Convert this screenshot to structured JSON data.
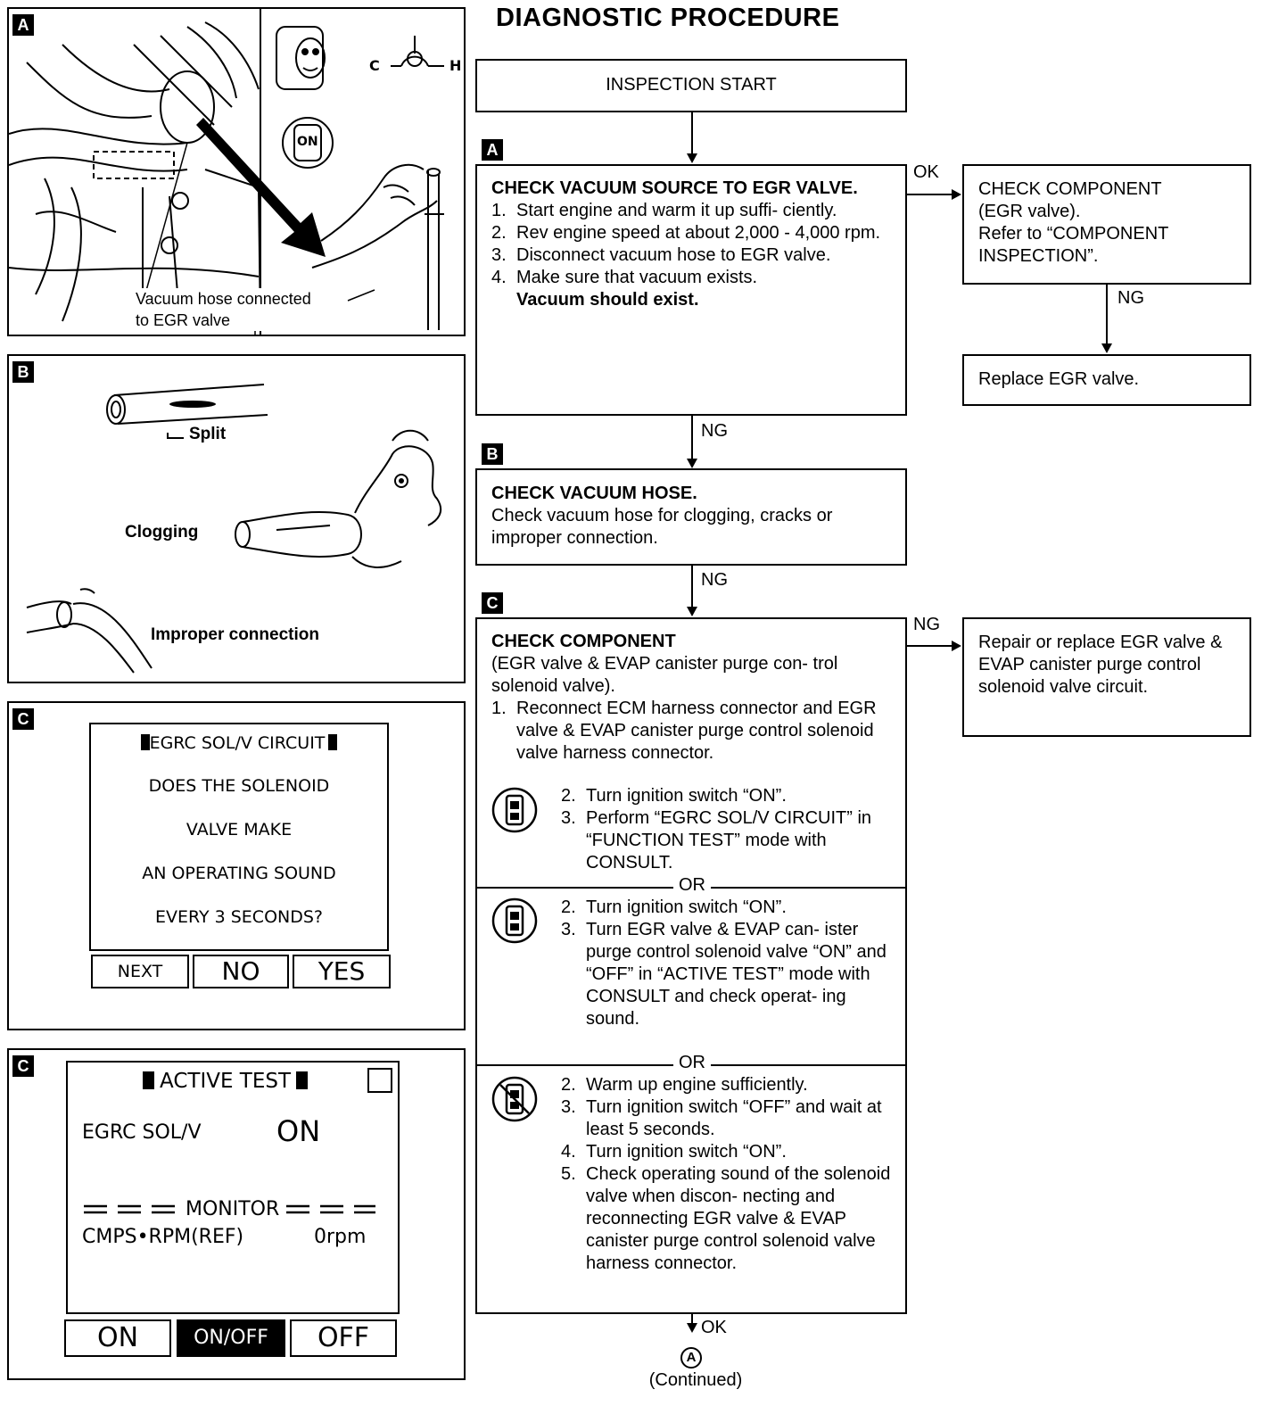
{
  "title": "DIAGNOSTIC PROCEDURE",
  "figures": {
    "a": {
      "tag": "A",
      "gauge_cold": "C",
      "gauge_hot": "H",
      "key_label": "ON",
      "callout": [
        "Vacuum hose connected",
        "to EGR valve"
      ]
    },
    "b": {
      "tag": "B",
      "split": "Split",
      "clogging": "Clogging",
      "improper": "Improper connection"
    },
    "c1": {
      "tag": "C",
      "header": "EGRC SOL/V CIRCUIT",
      "lines": [
        "DOES THE SOLENOID",
        "VALVE MAKE",
        "AN OPERATING SOUND",
        "EVERY 3 SECONDS?"
      ],
      "buttons": [
        "NEXT",
        "NO",
        "YES"
      ]
    },
    "c2": {
      "tag": "C",
      "header": "ACTIVE TEST",
      "item": "EGRC SOL/V",
      "item_value": "ON",
      "monitor": "MONITOR",
      "monitor_item": "CMPS•RPM(REF)",
      "monitor_value": "0rpm",
      "buttons": [
        "ON",
        "ON/OFF",
        "OFF"
      ]
    }
  },
  "flow": {
    "start": "INSPECTION START",
    "step_a": {
      "tag": "A",
      "title": "CHECK VACUUM SOURCE TO EGR VALVE.",
      "items": [
        {
          "num": "1.",
          "text": "Start engine and warm it up suffi- ciently."
        },
        {
          "num": "2.",
          "text": "Rev engine speed at about 2,000 - 4,000 rpm."
        },
        {
          "num": "3.",
          "text": "Disconnect vacuum hose to EGR valve."
        },
        {
          "num": "4.",
          "text": "Make sure that vacuum exists."
        }
      ],
      "emphasis": "Vacuum should exist.",
      "ok": "OK",
      "ng": "NG"
    },
    "component_a": {
      "lines": [
        "CHECK COMPONENT",
        "(EGR valve).",
        "Refer to “COMPONENT",
        "INSPECTION”."
      ],
      "ng": "NG"
    },
    "replace": "Replace EGR valve.",
    "step_b": {
      "tag": "B",
      "title": "CHECK VACUUM HOSE.",
      "text": "Check vacuum hose for clogging, cracks or improper connection.",
      "ng": "NG"
    },
    "step_c": {
      "tag": "C",
      "title": "CHECK COMPONENT",
      "subtitle": "(EGR valve & EVAP canister purge con- trol solenoid valve).",
      "item1": {
        "num": "1.",
        "text": "Reconnect ECM harness connector and EGR valve & EVAP canister purge control solenoid valve harness connector."
      },
      "opt1": [
        {
          "num": "2.",
          "text": "Turn ignition switch “ON”."
        },
        {
          "num": "3.",
          "text": "Perform “EGRC SOL/V CIRCUIT” in “FUNCTION TEST” mode with CONSULT."
        }
      ],
      "or": "OR",
      "opt2": [
        {
          "num": "2.",
          "text": "Turn ignition switch “ON”."
        },
        {
          "num": "3.",
          "text": "Turn EGR valve & EVAP can- ister purge control solenoid valve “ON” and “OFF” in “ACTIVE TEST” mode with CONSULT and check operat- ing sound."
        }
      ],
      "opt3": [
        {
          "num": "2.",
          "text": "Warm up engine sufficiently."
        },
        {
          "num": "3.",
          "text": "Turn ignition switch “OFF” and wait at least 5 seconds."
        },
        {
          "num": "4.",
          "text": "Turn ignition switch “ON”."
        },
        {
          "num": "5.",
          "text": "Check operating sound of the solenoid valve when discon- necting and reconnecting EGR valve & EVAP canister purge control solenoid valve harness connector."
        }
      ],
      "ng": "NG",
      "ok": "OK"
    },
    "repair": "Repair or replace EGR valve & EVAP canister purge control solenoid valve circuit.",
    "connector": "A",
    "continued": "(Continued)"
  }
}
